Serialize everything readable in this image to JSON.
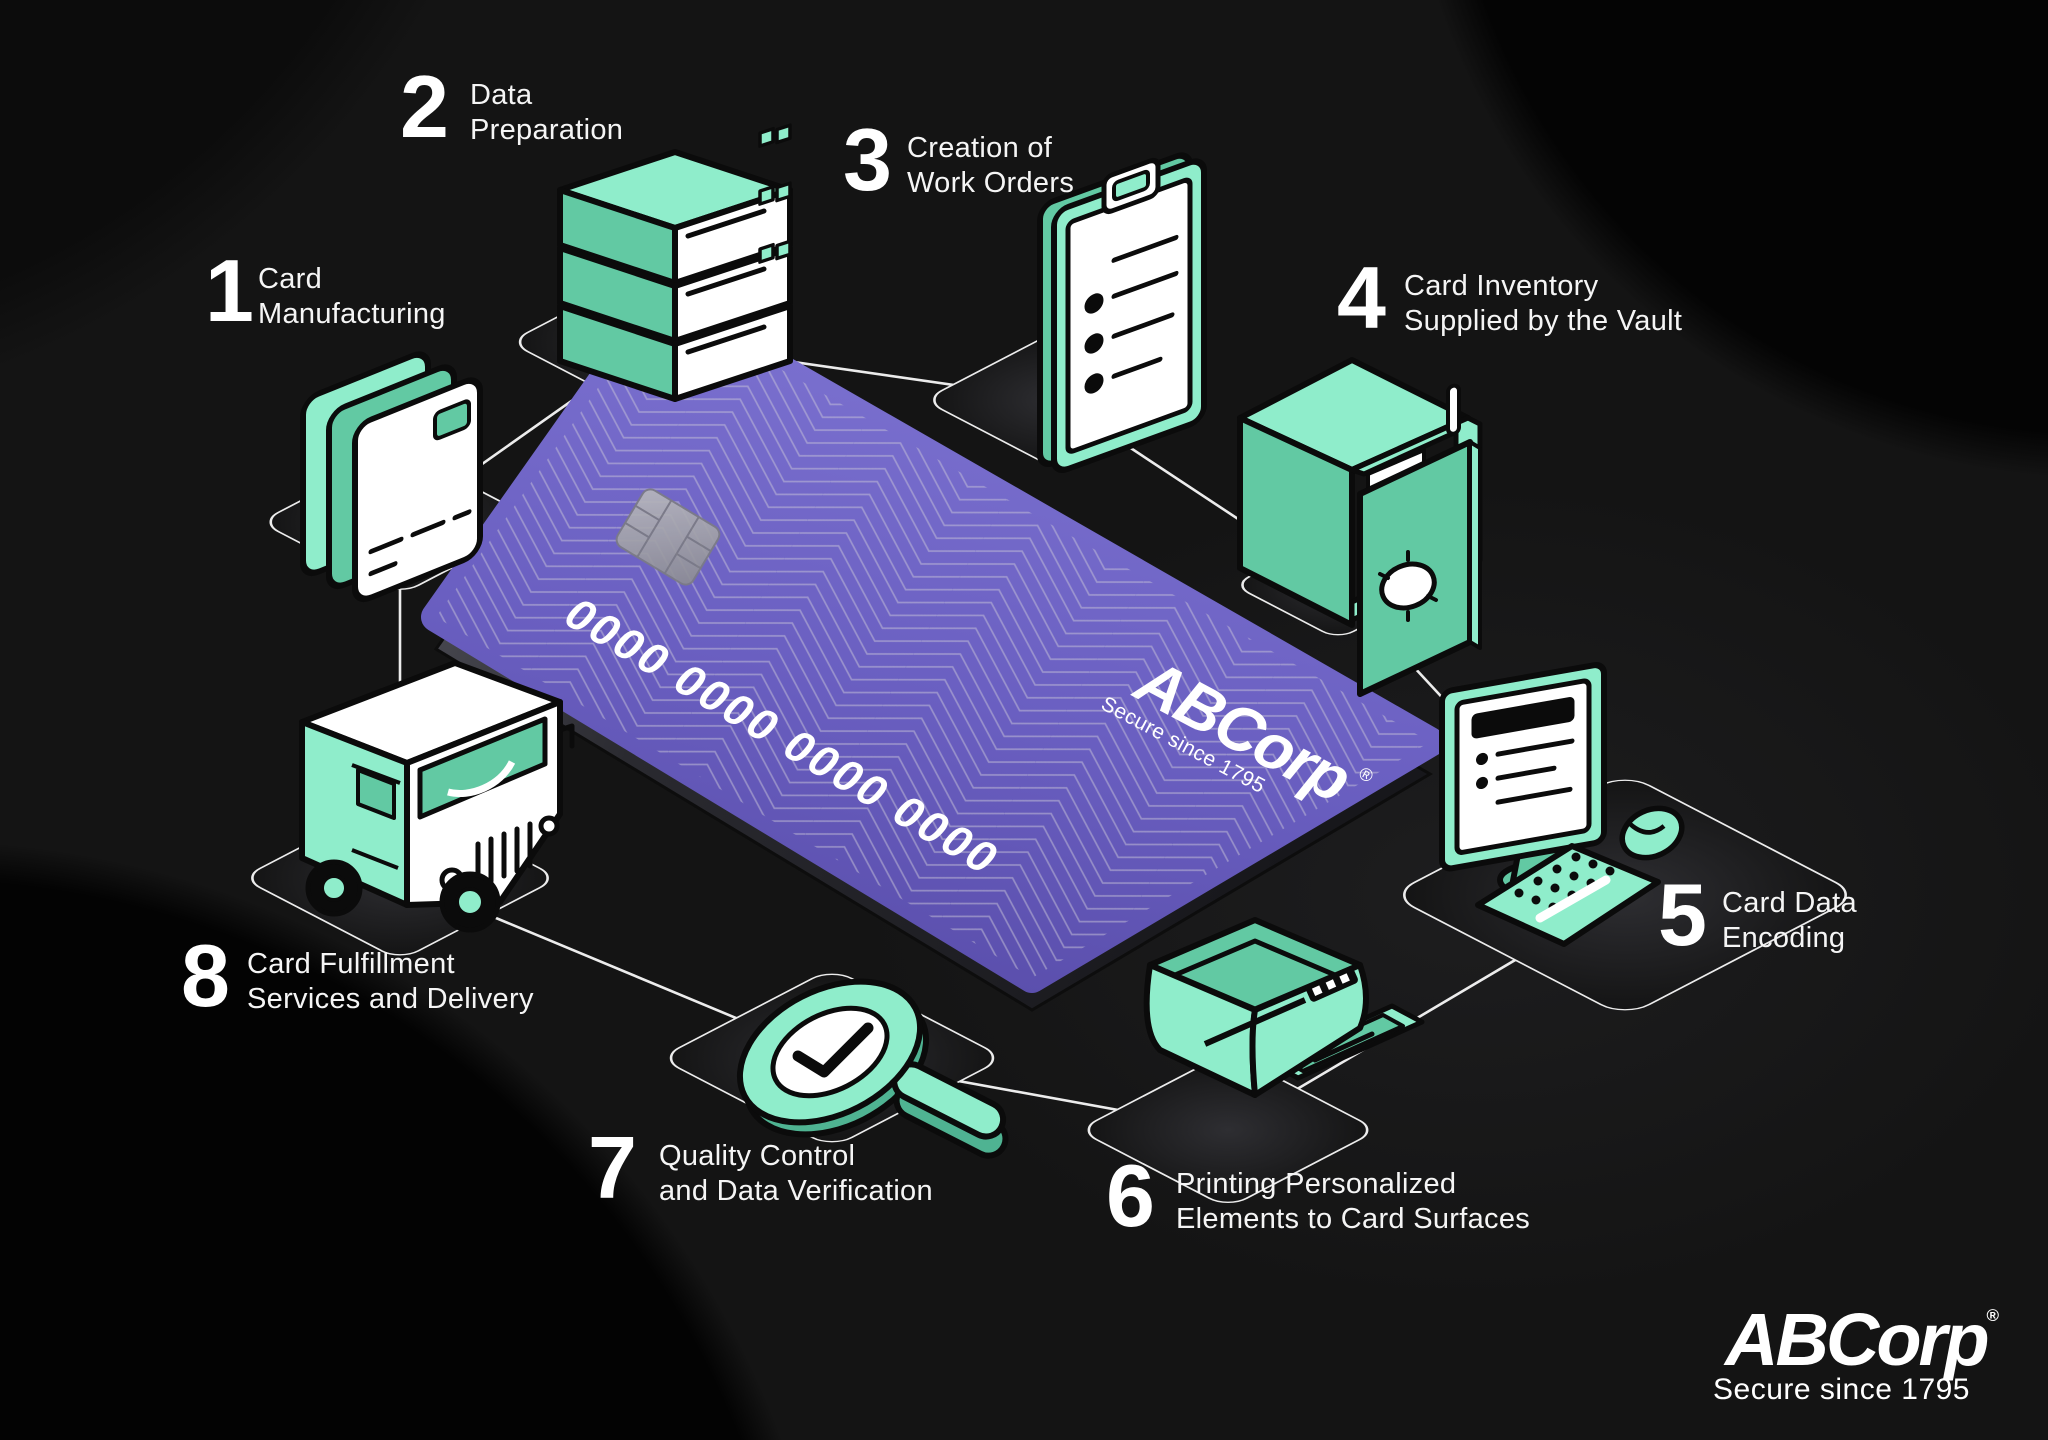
{
  "title": "ABCorp card production process",
  "steps": [
    {
      "num": "1",
      "lines": [
        "Card",
        "Manufacturing"
      ],
      "icon": "stacked-cards-icon"
    },
    {
      "num": "2",
      "lines": [
        "Data",
        "Preparation"
      ],
      "icon": "server-stack-icon"
    },
    {
      "num": "3",
      "lines": [
        "Creation of",
        "Work Orders"
      ],
      "icon": "clipboard-icon"
    },
    {
      "num": "4",
      "lines": [
        "Card Inventory",
        "Supplied by the Vault"
      ],
      "icon": "vault-icon"
    },
    {
      "num": "5",
      "lines": [
        "Card Data",
        "Encoding"
      ],
      "icon": "computer-icon"
    },
    {
      "num": "6",
      "lines": [
        "Printing Personalized",
        "Elements to Card Surfaces"
      ],
      "icon": "printer-icon"
    },
    {
      "num": "7",
      "lines": [
        "Quality Control",
        "and Data Verification"
      ],
      "icon": "magnifier-check-icon"
    },
    {
      "num": "8",
      "lines": [
        "Card Fulfillment",
        "Services and Delivery"
      ],
      "icon": "delivery-truck-icon"
    }
  ],
  "card": {
    "number": "0000 0000 0000 0000",
    "brand": "ABCorp",
    "brand_reg": "®",
    "tagline": "Secure since 1795",
    "chip_icon": "emv-chip-icon"
  },
  "logo": {
    "name": "ABCorp",
    "reg": "®",
    "tagline": "Secure since 1795"
  },
  "colors": {
    "background": "#141414",
    "teal_light": "#8FEDCB",
    "teal_mid": "#62C9A3",
    "teal_deep": "#4FB392",
    "card_purple": "#6A5FC1",
    "wireframe_line": "#ECECEC",
    "text": "#F5F5F5"
  }
}
